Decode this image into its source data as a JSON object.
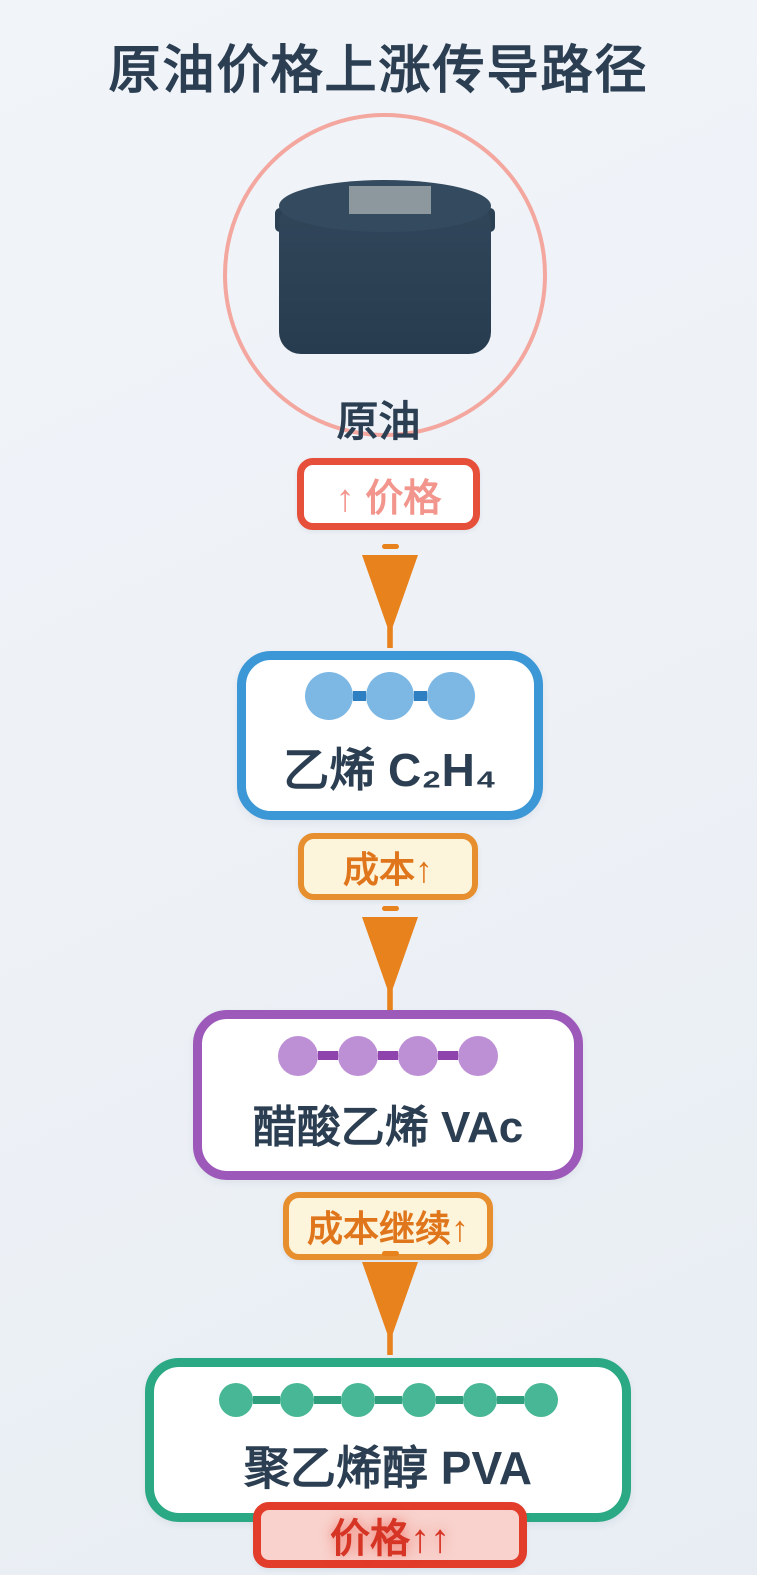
{
  "title": "原油价格上涨传导路径",
  "colors": {
    "background": "#edf1f6",
    "heading_text": "#2b3e52",
    "ring_outline": "#f3a79f",
    "barrel_body": "#2c4053",
    "barrel_cap": "#8d979e",
    "arrow_orange": "#e8821c",
    "price_badge_border": "#e6503a",
    "price_badge_text": "#f2958d",
    "cost_badge_bg": "#fdf4dc",
    "cost_badge_border": "#e78f2e",
    "cost_badge_text": "#e0761c",
    "ethylene_border": "#3b97d6",
    "vac_border": "#9d59b9",
    "pva_border": "#2ba884",
    "final_price_bg": "#f9d2cd",
    "final_price_border": "#e23c2a",
    "final_price_text": "#d63425"
  },
  "crude_oil": {
    "label": "原油"
  },
  "price_badge": {
    "label": "↑ 价格"
  },
  "ethylene": {
    "label": "乙烯 C₂H₄",
    "molecule": {
      "count": 3,
      "size": 48,
      "circle": "#7db7e4",
      "bond": "#2d7fc1",
      "bond_width": 13,
      "bond_height": 10
    }
  },
  "cost_badge_1": {
    "label": "成本↑"
  },
  "vac": {
    "label": "醋酸乙烯 VAc",
    "molecule": {
      "count": 4,
      "size": 40,
      "circle": "#bd8fd5",
      "bond": "#8f44ad",
      "bond_width": 20,
      "bond_height": 9
    }
  },
  "cost_badge_2": {
    "label": "成本继续↑"
  },
  "pva": {
    "label": "聚乙烯醇 PVA",
    "molecule": {
      "count": 6,
      "size": 34,
      "circle": "#48b795",
      "bond": "#2e9e7c",
      "bond_width": 27,
      "bond_height": 8
    }
  },
  "final_price_badge": {
    "label": "价格↑↑"
  }
}
